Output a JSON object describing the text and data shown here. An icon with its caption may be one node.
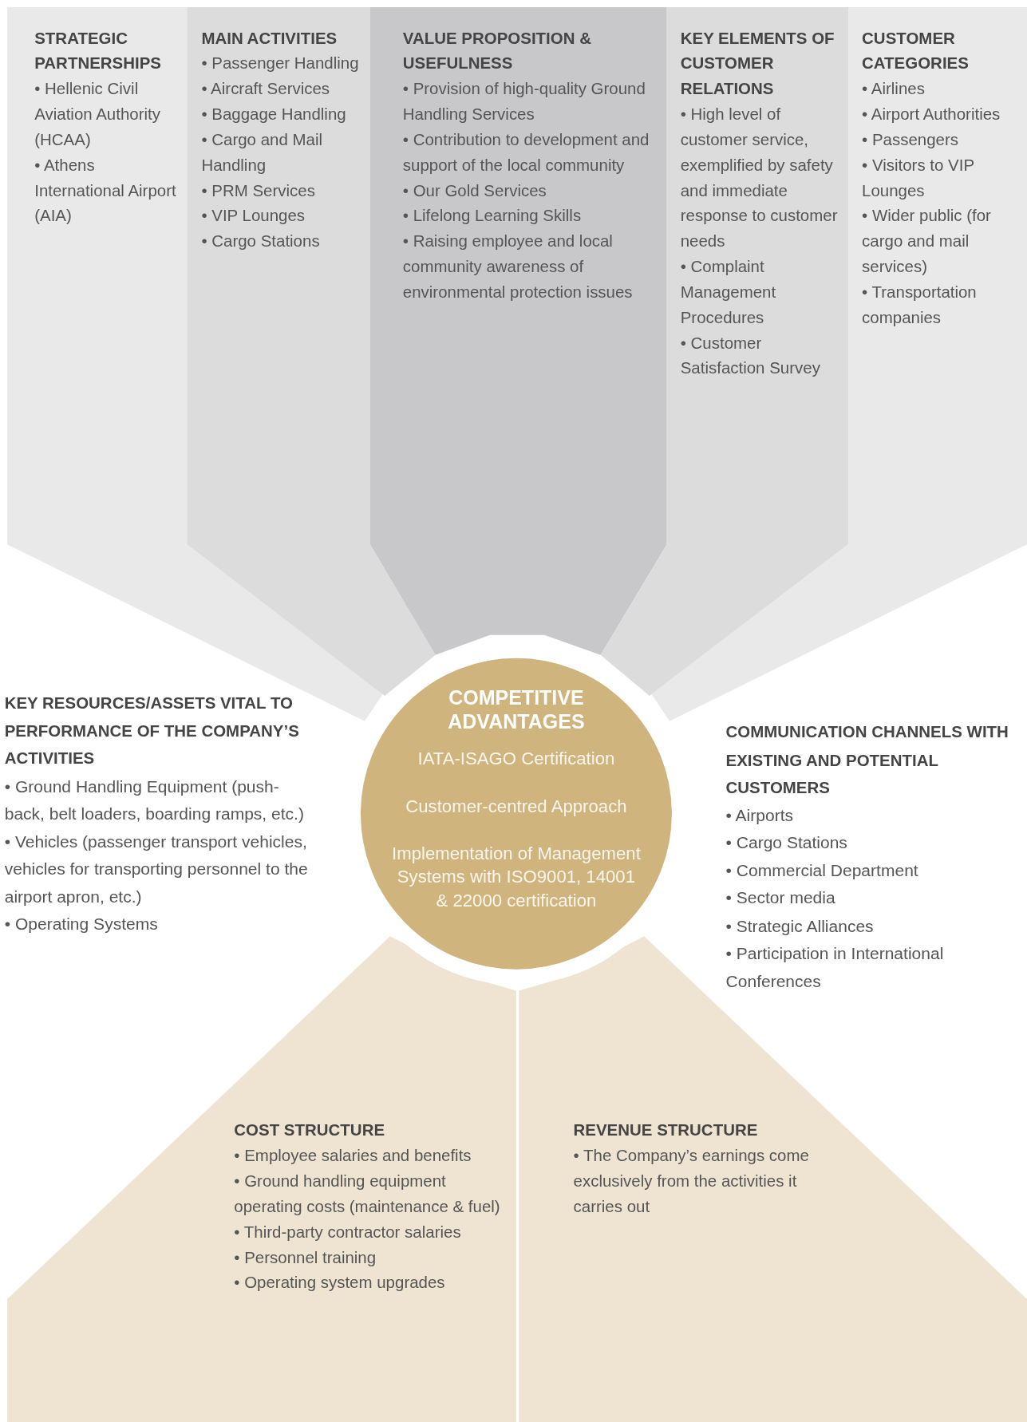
{
  "diagram": {
    "nodes": [
      {
        "text": [
          "STRATEGIC PARTNERSHIPS",
          "• Hellenic Civil Aviation Authority (HCAA)",
          "• Athens International Airport (AIA)"
        ]
      },
      {
        "text": [
          "MAIN ACTIVITIES",
          "• Passenger Handling",
          "• Aircraft Services",
          "• Baggage Handling",
          "• Cargo and Mail Handling",
          "• PRM Services",
          "• VIP Lounges",
          "• Cargo Stations"
        ]
      },
      {
        "text": [
          "VALUE PROPOSITION & USEFULNESS",
          "• Provision of high-quality Ground Handling Services",
          "• Contribution to development and support of the local community",
          "• Our Gold Services",
          "• Lifelong Learning Skills",
          "• Raising employee and local community awareness of environmental protection issues"
        ]
      },
      {
        "text": [
          "KEY ELEMENTS OF CUSTOMER RELATIONS",
          "• High level of customer service, exemplified by safety and immediate response to customer needs",
          "• Complaint Management Procedures",
          "• Customer Satisfaction Survey"
        ]
      },
      {
        "text": [
          "CUSTOMER CATEGORIES",
          "• Airlines",
          "• Airport Authorities",
          "• Passengers",
          "• Visitors to VIP Lounges",
          "• Wider public (for cargo and mail services)",
          "• Transportation companies"
        ]
      },
      {
        "text": [
          "COMPETITIVE ADVANTAGES",
          "IATA-ISAGO Certification",
          "Customer-centred Approach",
          "Implementation of Management Systems with ISO9001, 14001 & 22000 certification"
        ]
      },
      {
        "text": [
          "COST STRUCTURE",
          "• Employee salaries and benefits",
          "• Ground handling equipment operating costs (maintenance & fuel)",
          "• Third-party contractor salaries",
          "• Personnel training",
          "• Operating system upgrades"
        ]
      },
      {
        "text": [
          "REVENUE STRUCTURE",
          "• The Company’s earnings come exclusively from the activities it carries out"
        ]
      }
    ],
    "labels": [
      "KEY RESOURCES/ASSETS VITAL TO PERFORMANCE OF THE COMPANY’S ACTIVITIES",
      "• Ground Handling Equipment (push-back, belt loaders, boarding ramps, etc.)",
      "• Vehicles (passenger transport vehicles, vehicles for transporting personnel to the airport apron, etc.)",
      "• Operating Systems",
      "COMMUNICATION CHANNELS WITH EXISTING AND POTENTIAL CUSTOMERS",
      "• Airports",
      "• Cargo Stations",
      "• Commercial Department",
      "• Sector media",
      "• Strategic Alliances",
      "• Participation in International Conferences"
    ]
  }
}
